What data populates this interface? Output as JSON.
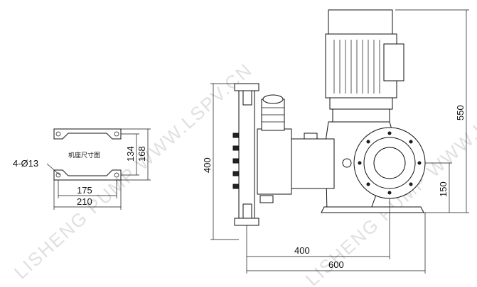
{
  "base_plate": {
    "title": "机座尺寸图",
    "hole_label": "4-Ø13",
    "dim_hole_spacing": "175",
    "dim_width": "210",
    "dim_inner_height": "134",
    "dim_outer_height": "168"
  },
  "pump_view": {
    "dim_total_height": "550",
    "dim_head_height": "400",
    "dim_shaft_height": "150",
    "dim_offset": "400",
    "dim_total_length": "600"
  },
  "watermarks": [
    "LISHENG PUMP WWW.LSPV.CN",
    "LISHENG PUMP WWW.LSPV.CN"
  ],
  "colors": {
    "line": "#111111",
    "watermark": "#c8c8c8"
  }
}
